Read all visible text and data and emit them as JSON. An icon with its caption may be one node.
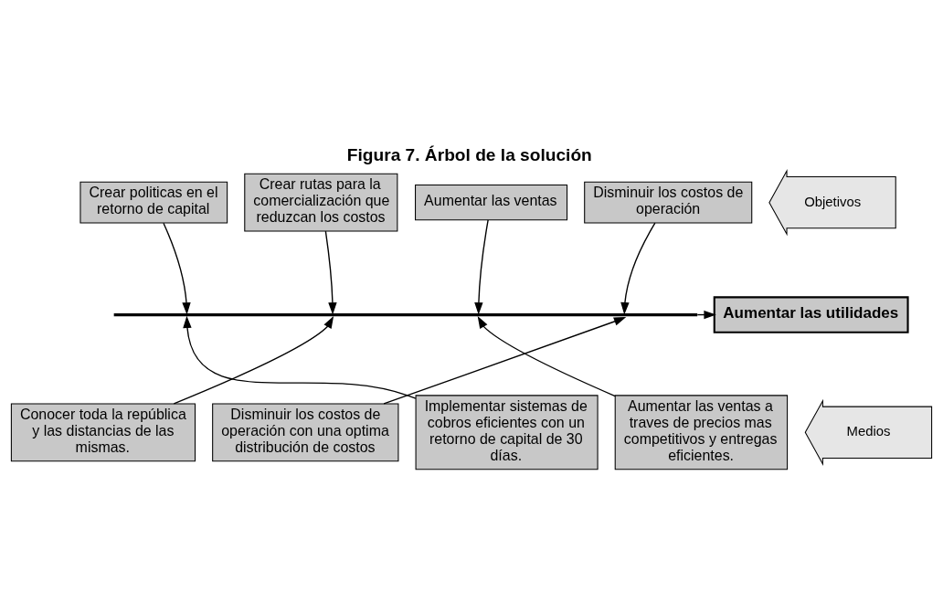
{
  "diagram": {
    "title": "Figura 7. Árbol de la solución",
    "nodes": [
      {
        "text": [
          "Crear rutas para la comercialización que reduzcan los costos"
        ]
      },
      {
        "text": [
          "Disminuir los costos de operación"
        ]
      },
      {
        "text": [
          "Crear politicas en el retorno de capital"
        ]
      },
      {
        "text": [
          "Aumentar las ventas"
        ]
      },
      {
        "text": [
          "Objetivos"
        ]
      },
      {
        "text": [],
        "shape": "bar"
      },
      {
        "text": [
          "Aumentar las utilidades"
        ]
      },
      {
        "text": [
          "Conocer toda la república y las distancias de las mismas."
        ]
      },
      {
        "text": [
          "Disminuir los costos de operación con una optima distribución de costos"
        ]
      },
      {
        "text": [
          "Implementar sistemas de cobros eficientes con un retorno de capital de 30 días."
        ]
      },
      {
        "text": [
          "Aumentar las ventas a traves de precios mas competitivos y entregas eficientes."
        ]
      },
      {
        "text": [
          "Medios"
        ]
      }
    ],
    "edges": [
      {
        "from": 2,
        "to": 5,
        "arrow": "to"
      },
      {
        "from": 0,
        "to": 5,
        "arrow": "to"
      },
      {
        "from": 3,
        "to": 5,
        "arrow": "to"
      },
      {
        "from": 1,
        "to": 5,
        "arrow": "to"
      },
      {
        "from": 9,
        "to": 5,
        "arrow": "to"
      },
      {
        "from": 7,
        "to": 5,
        "arrow": "to"
      },
      {
        "from": 10,
        "to": 5,
        "arrow": "to"
      },
      {
        "from": 8,
        "to": 5,
        "arrow": "to"
      },
      {
        "from": 5,
        "to": 6,
        "arrow": "to"
      }
    ]
  }
}
